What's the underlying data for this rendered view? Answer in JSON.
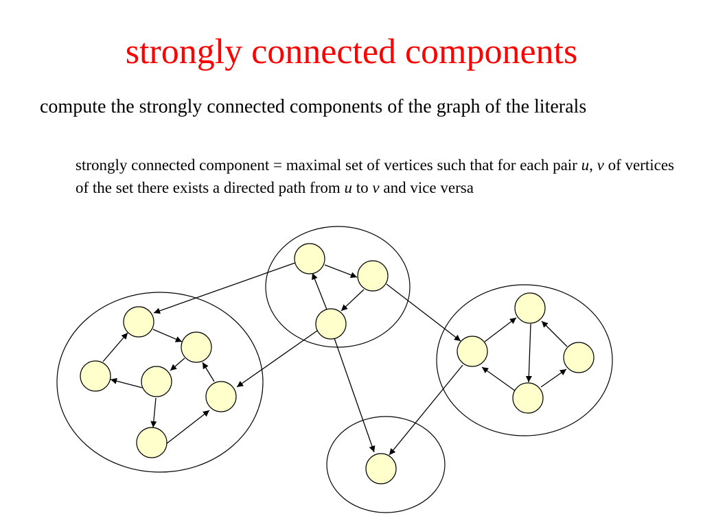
{
  "slide": {
    "title": "strongly connected components",
    "bullet1": "compute the strongly connected components of the graph of the literals",
    "bullet2": {
      "part1": "strongly connected component = maximal set of vertices such that for each pair ",
      "u1": "u",
      "comma": ", ",
      "v1": "v",
      "part2": " of vertices of the set there exists a directed path from ",
      "u2": "u",
      "to": " to ",
      "v2": "v",
      "part3": " and vice versa"
    }
  },
  "colors": {
    "title": "#ff0000",
    "node_fill": "#ffffcc",
    "node_stroke": "#000000",
    "edge": "#000000"
  }
}
